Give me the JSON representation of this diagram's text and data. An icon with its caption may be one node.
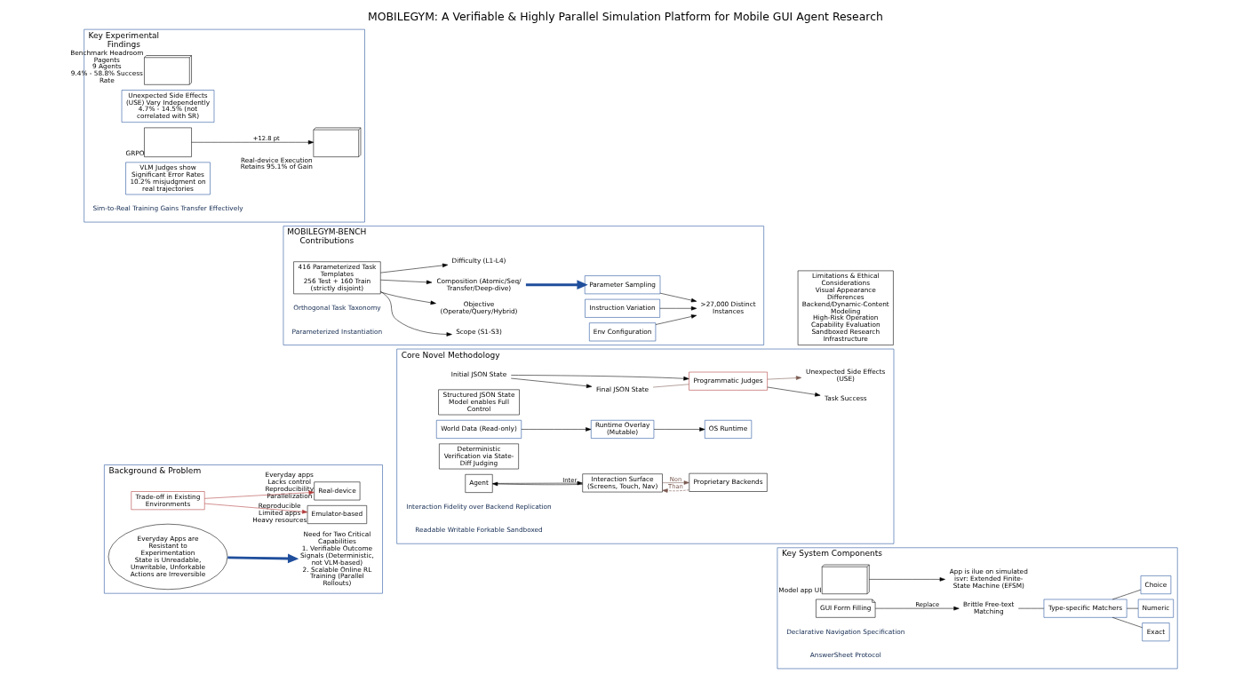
{
  "diagram": {
    "title": "MOBILEGYM: A Verifiable & Highly Parallel Simulation Platform for Mobile GUI Agent Research",
    "nodes": [
      {
        "text": [
          "Background & Problem"
        ]
      },
      {
        "text": [
          "Trade-off in Existing Environments"
        ],
        "in": 0
      },
      {
        "text": [
          "Emulator-based"
        ],
        "in": 0,
        "beside": [
          "Reproducible",
          "Limited apps",
          "Heavy resources"
        ]
      },
      {
        "text": [
          "Real-device"
        ],
        "in": 0,
        "beside": [
          "Everyday apps",
          "Lacks control",
          "Reproducibility",
          "Parallelization"
        ]
      },
      {
        "text": [
          "Everyday Apps are Resistant to Experimentation",
          "State is Unreadable, Unwritable, Unforkable",
          "Actions are Irreversible"
        ],
        "in": 0
      },
      {
        "text": [
          "Need for Two Critical Capabilities",
          "1. Verifiable Outcome Signals (Deterministic, not VLM-based)",
          "2. Scalable Online RL Training (Parallel Rollouts)"
        ],
        "in": 0
      },
      {
        "text": [
          "Core Novel Methodology"
        ]
      },
      {
        "text": [
          "Agent"
        ],
        "in": 6
      },
      {
        "text": [
          "Interaction Surface",
          "(Screens, Touch, Nav)"
        ],
        "in": 6
      },
      {
        "text": [
          "Proprietary Backends"
        ],
        "in": 6
      },
      {
        "text": [
          "Structured JSON State Model enables Full Control"
        ],
        "in": 6
      },
      {
        "text": [
          "World Data (Read-only)"
        ],
        "in": 6
      },
      {
        "text": [
          "Runtime Overlay (Mutable)"
        ],
        "in": 6
      },
      {
        "text": [
          "OS Runtime"
        ],
        "in": 6
      },
      {
        "text": [
          "Deterministic Verification via State-Diff Judging"
        ],
        "in": 6
      },
      {
        "text": [
          "Initial JSON State"
        ],
        "in": 6
      },
      {
        "text": [
          "Final JSON State"
        ],
        "in": 6
      },
      {
        "text": [
          "Programmatic Judges"
        ],
        "in": 6
      },
      {
        "text": [
          "Task Success"
        ],
        "in": 6
      },
      {
        "text": [
          "Unexpected Side Effects (USE)"
        ],
        "in": 6
      },
      {
        "text": [
          "Key System Components"
        ]
      },
      {
        "text": [],
        "shape": "picture",
        "in": 20,
        "beside": [
          "Model app UI"
        ]
      },
      {
        "text": [
          "App is ilue on simulated isvr: Extended Finite-State Machine (EFSM)"
        ],
        "in": 20
      },
      {
        "text": [
          "GUI Form Filling"
        ],
        "in": 20
      },
      {
        "text": [
          "Brittle Free-text Matching"
        ],
        "in": 20
      },
      {
        "text": [
          "Type-specific Matchers"
        ],
        "in": 20
      },
      {
        "text": [
          "Exact"
        ],
        "in": 20
      },
      {
        "text": [
          "Numeric"
        ],
        "in": 20
      },
      {
        "text": [
          "Choice"
        ],
        "in": 20
      },
      {
        "text": [
          "MOBILEGYM-BENCH Contributions"
        ]
      },
      {
        "text": [
          "416 Parameterized Task Templates",
          "256 Test + 160 Train (strictly disjoint)"
        ],
        "in": 29
      },
      {
        "text": [
          "Scope (S1-S3)"
        ],
        "in": 29
      },
      {
        "text": [
          "Objective (Operate/Query/Hybrid)"
        ],
        "in": 29
      },
      {
        "text": [
          "Composition (Atomic/Seq/Transfer/Deep-dive)"
        ],
        "in": 29
      },
      {
        "text": [
          "Difficulty (L1-L4)"
        ],
        "in": 29
      },
      {
        "text": [
          "Instruction Variation"
        ],
        "in": 29
      },
      {
        "text": [
          "Parameter Sampling"
        ],
        "in": 29
      },
      {
        "text": [
          "Env Configuration"
        ],
        "in": 29
      },
      {
        "text": [
          ">27,000 Distinct Instances"
        ],
        "in": 29
      },
      {
        "text": [
          "Key Experimental Findings"
        ]
      },
      {
        "text": [],
        "shape": "picture",
        "in": 39,
        "beside": [
          "Benchmark Headroom",
          "Pagents",
          "9 Agents",
          "9.4% - 58.8% Success Rate"
        ]
      },
      {
        "text": [
          "Unexpected Side Effects (USE) Vary Independently",
          "4.7% - 14.5% (not correlated with SR)"
        ],
        "in": 39
      },
      {
        "text": [],
        "shape": "box",
        "in": 39,
        "beside": [
          "GRPO"
        ]
      },
      {
        "text": [],
        "shape": "picture",
        "in": 39,
        "beside": [
          "Real-device Execution Retains 95.1% of Gain"
        ]
      },
      {
        "text": [
          "VLM Judges show Significant Error Rates",
          "10.2% misjudgment on real trajectories"
        ],
        "in": 39
      },
      {
        "text": [
          "Limitations & Ethical Considerations",
          "Visual Appearance Differences",
          "Backend/Dynamic-Content Modeling",
          "High-Risk Operation Capability Evaluation",
          "Sandboxed Research Infrastructure"
        ]
      }
    ],
    "edges": [
      {
        "from": 1,
        "to": 2,
        "arrow": "to",
        "color": "#b03a3a"
      },
      {
        "from": 1,
        "to": 3,
        "arrow": "to",
        "color": "#b03a3a"
      },
      {
        "from": 4,
        "to": 5,
        "arrow": "to",
        "style": "thick",
        "color": "#1f4e9c"
      },
      {
        "from": 7,
        "to": 8,
        "arrow": "to",
        "label": "Inter"
      },
      {
        "from": 8,
        "to": 7,
        "arrow": "to"
      },
      {
        "from": 8,
        "to": 9,
        "arrow": "to",
        "label": "Non",
        "color": "#7a5a50"
      },
      {
        "from": 9,
        "to": 8,
        "arrow": "to",
        "label": "Than",
        "style": "dashed",
        "color": "#7a5a50"
      },
      {
        "from": 11,
        "to": 12,
        "arrow": "to"
      },
      {
        "from": 12,
        "to": 13,
        "arrow": "to"
      },
      {
        "from": 15,
        "to": 17,
        "arrow": "to"
      },
      {
        "from": 15,
        "to": 16,
        "arrow": "to"
      },
      {
        "from": 16,
        "to": 17,
        "arrow": "none",
        "color": "#7a5a50"
      },
      {
        "from": 17,
        "to": 18,
        "arrow": "to"
      },
      {
        "from": 17,
        "to": 19,
        "arrow": "to",
        "color": "#7a5a50"
      },
      {
        "from": 21,
        "to": 22,
        "arrow": "to"
      },
      {
        "from": 23,
        "to": 24,
        "arrow": "to",
        "label": "Replace"
      },
      {
        "from": 24,
        "to": 25,
        "arrow": "none"
      },
      {
        "from": 25,
        "to": 26,
        "arrow": "none"
      },
      {
        "from": 25,
        "to": 27,
        "arrow": "none"
      },
      {
        "from": 25,
        "to": 28,
        "arrow": "none"
      },
      {
        "from": 30,
        "to": 31,
        "arrow": "to"
      },
      {
        "from": 30,
        "to": 32,
        "arrow": "to"
      },
      {
        "from": 30,
        "to": 33,
        "arrow": "to"
      },
      {
        "from": 30,
        "to": 34,
        "arrow": "to"
      },
      {
        "from": 33,
        "to": 36,
        "arrow": "to",
        "style": "thick",
        "color": "#1f4e9c"
      },
      {
        "from": 35,
        "to": 38,
        "arrow": "to"
      },
      {
        "from": 36,
        "to": 38,
        "arrow": "to"
      },
      {
        "from": 37,
        "to": 38,
        "arrow": "to"
      },
      {
        "from": 42,
        "to": 43,
        "arrow": "to",
        "label": "+12.8 pt"
      }
    ],
    "labels": [
      "Interaction Fidelity over Backend Replication",
      "Readable Writable Forkable Sandboxed",
      "Declarative Navigation Specification",
      "AnswerSheet Protocol",
      "Orthogonal Task Taxonomy",
      "Parameterized Instantiation",
      "Sim-to-Real Training Gains Transfer Effectively"
    ]
  }
}
